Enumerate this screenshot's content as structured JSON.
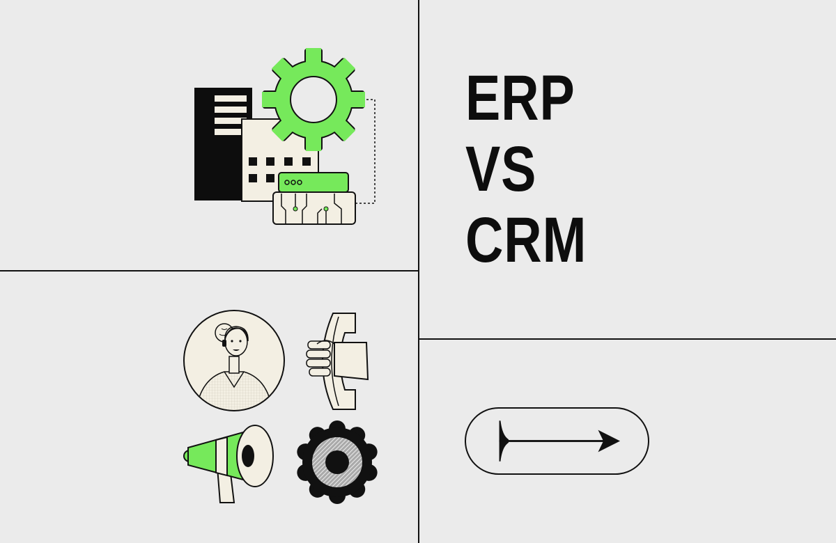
{
  "headline": {
    "line1": "ERP",
    "line2": "VS",
    "line3": "CRM"
  },
  "colors": {
    "background": "#ebebeb",
    "accent_green": "#76e95b",
    "cream": "#f3efe3",
    "ink": "#111111"
  },
  "icons": {
    "erp": [
      "building-icon",
      "gear-icon",
      "server-icon",
      "circuit-board-icon"
    ],
    "crm": [
      "customer-avatar-icon",
      "phone-handset-icon",
      "megaphone-icon",
      "settings-gear-icon"
    ],
    "cta": "arrow-right-icon"
  }
}
